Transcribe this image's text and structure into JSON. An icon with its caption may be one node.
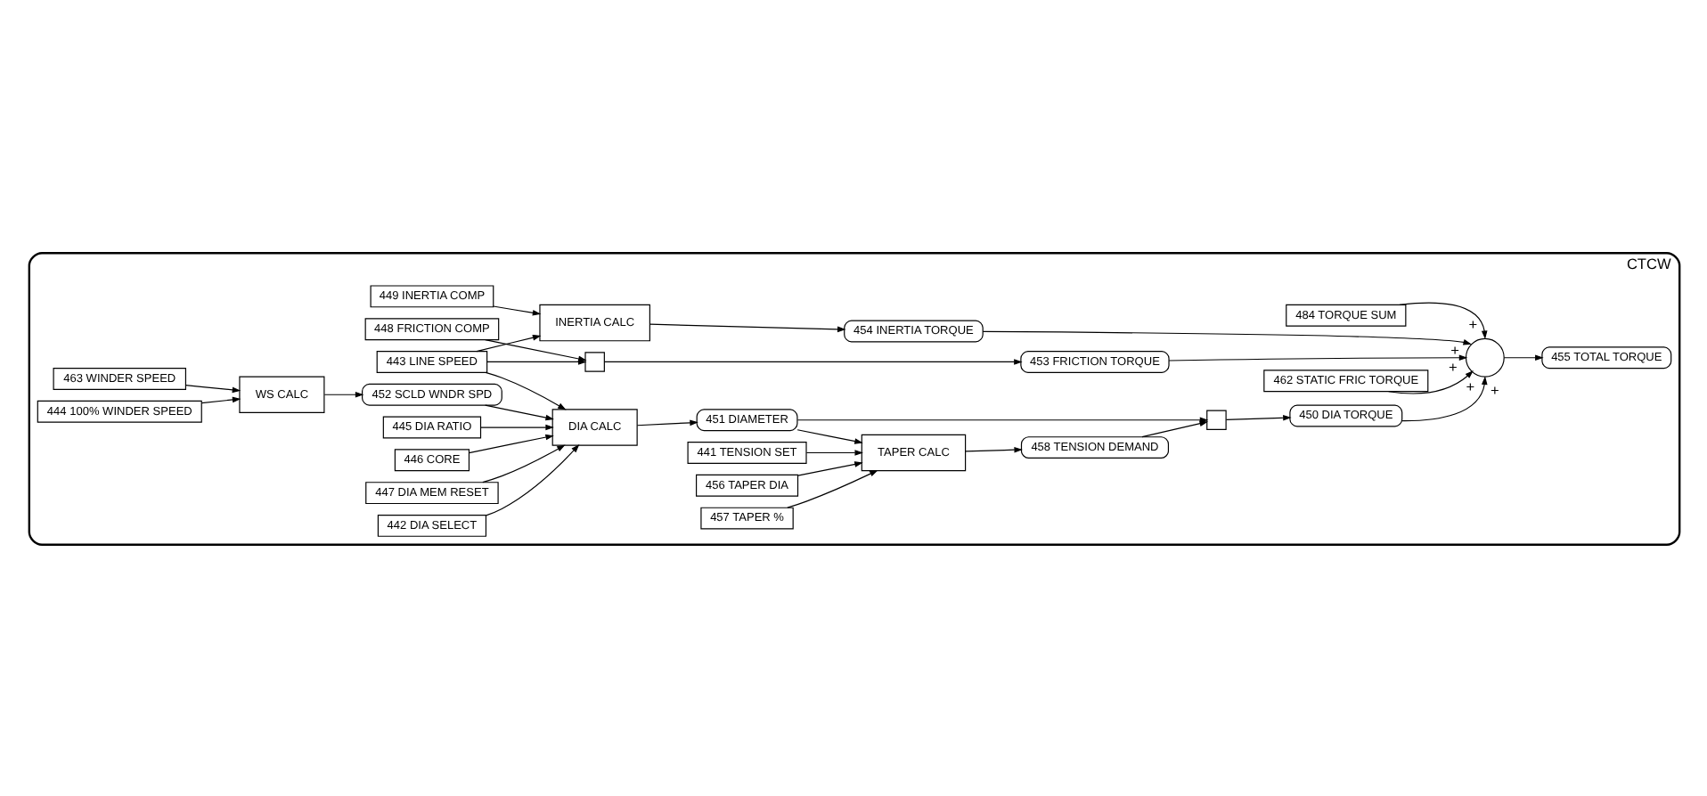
{
  "diagram": {
    "nodes": [
      {
        "text": [
          "CTCW"
        ]
      },
      {
        "text": [
          "WS CALC"
        ],
        "in": 0
      },
      {
        "text": [
          "463 WINDER SPEED"
        ],
        "in": 0
      },
      {
        "text": [
          "444 100% WINDER SPEED"
        ],
        "in": 0
      },
      {
        "text": [
          "INERTIA CALC"
        ],
        "in": 0
      },
      {
        "text": [
          "449 INERTIA COMP"
        ],
        "in": 0
      },
      {
        "text": [
          "448 FRICTION COMP"
        ],
        "in": 0
      },
      {
        "text": [],
        "shape": "box",
        "in": 0
      },
      {
        "text": [
          "443 LINE SPEED"
        ],
        "in": 0
      },
      {
        "text": [
          "452 SCLD WNDR SPD"
        ],
        "in": 0
      },
      {
        "text": [
          "445 DIA RATIO"
        ],
        "in": 0
      },
      {
        "text": [
          "446 CORE"
        ],
        "in": 0
      },
      {
        "text": [
          "447 DIA MEM RESET"
        ],
        "in": 0
      },
      {
        "text": [
          "442 DIA SELECT"
        ],
        "in": 0
      },
      {
        "text": [
          "DIA CALC"
        ],
        "in": 0
      },
      {
        "text": [
          "484 TORQUE SUM"
        ],
        "in": 0
      },
      {
        "text": [
          "454 INERTIA TORQUE"
        ],
        "in": 0
      },
      {
        "text": [
          "453 FRICTION TORQUE"
        ],
        "in": 0
      },
      {
        "text": [],
        "shape": "circle",
        "in": 0
      },
      {
        "text": [
          "455 TOTAL TORQUE"
        ],
        "in": 0
      },
      {
        "text": [
          "462 STATIC FRIC TORQUE"
        ],
        "in": 0
      },
      {
        "text": [
          "450 DIA TORQUE"
        ],
        "in": 0
      },
      {
        "text": [
          "451 DIAMETER"
        ],
        "in": 0
      },
      {
        "text": [
          "441 TENSION SET"
        ],
        "in": 0
      },
      {
        "text": [
          "456 TAPER DIA"
        ],
        "in": 0
      },
      {
        "text": [
          "457 TAPER %"
        ],
        "in": 0
      },
      {
        "text": [
          "TAPER CALC"
        ],
        "in": 0
      },
      {
        "text": [
          "458 TENSION DEMAND"
        ],
        "in": 0
      },
      {
        "text": [],
        "shape": "box",
        "in": 0
      }
    ],
    "edges": [
      {
        "from": 2,
        "to": 1,
        "arrow": "to"
      },
      {
        "from": 3,
        "to": 1,
        "arrow": "to"
      },
      {
        "from": 1,
        "to": 9,
        "arrow": "to"
      },
      {
        "from": 5,
        "to": 4,
        "arrow": "to"
      },
      {
        "from": 8,
        "to": 4,
        "arrow": "to"
      },
      {
        "from": 6,
        "to": 7,
        "arrow": "to"
      },
      {
        "from": 8,
        "to": 7,
        "arrow": "to"
      },
      {
        "from": 8,
        "to": 14,
        "arrow": "to"
      },
      {
        "from": 9,
        "to": 14,
        "arrow": "to"
      },
      {
        "from": 10,
        "to": 14,
        "arrow": "to"
      },
      {
        "from": 11,
        "to": 14,
        "arrow": "to"
      },
      {
        "from": 12,
        "to": 14,
        "arrow": "to"
      },
      {
        "from": 13,
        "to": 14,
        "arrow": "to"
      },
      {
        "from": 4,
        "to": 16,
        "arrow": "to"
      },
      {
        "from": 7,
        "to": 17,
        "arrow": "to"
      },
      {
        "from": 16,
        "to": 18,
        "arrow": "to",
        "label": "+"
      },
      {
        "from": 15,
        "to": 18,
        "arrow": "to",
        "label": "+"
      },
      {
        "from": 17,
        "to": 18,
        "arrow": "to",
        "label": "+"
      },
      {
        "from": 20,
        "to": 18,
        "arrow": "to",
        "label": "+"
      },
      {
        "from": 21,
        "to": 18,
        "arrow": "to",
        "label": "+"
      },
      {
        "from": 18,
        "to": 19,
        "arrow": "to"
      },
      {
        "from": 14,
        "to": 22,
        "arrow": "to"
      },
      {
        "from": 22,
        "to": 28,
        "arrow": "to"
      },
      {
        "from": 22,
        "to": 26,
        "arrow": "to"
      },
      {
        "from": 23,
        "to": 26,
        "arrow": "to"
      },
      {
        "from": 24,
        "to": 26,
        "arrow": "to"
      },
      {
        "from": 25,
        "to": 26,
        "arrow": "to"
      },
      {
        "from": 26,
        "to": 27,
        "arrow": "to"
      },
      {
        "from": 27,
        "to": 28,
        "arrow": "to"
      },
      {
        "from": 28,
        "to": 21,
        "arrow": "to"
      }
    ]
  }
}
